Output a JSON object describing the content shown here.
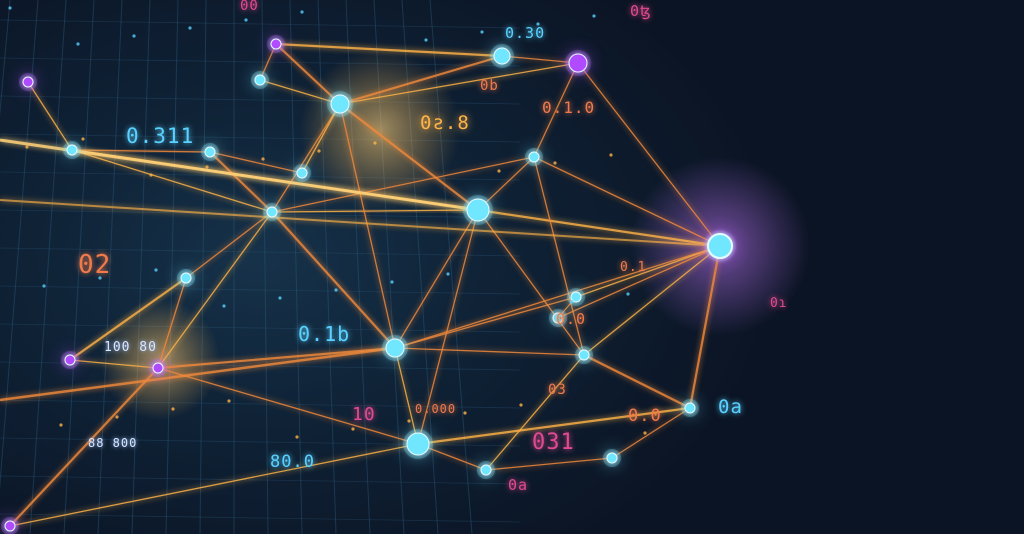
{
  "scene": {
    "description_free": true,
    "colors": {
      "background": "#0b1424",
      "grid": "#2c5a7a",
      "edge_gold": "#ffb347",
      "edge_orange": "#f28a3a",
      "node_cyan": "#6fe6ff",
      "node_violet": "#b04cff",
      "label_pink": "#e04a8e",
      "label_orange": "#f07a4a",
      "label_cyan": "#5ad2ff"
    }
  },
  "labels": {
    "l1": "00",
    "l2": "0ꜩ",
    "l3": "0.30",
    "l4": "0b",
    "l5": "0.1.0",
    "l6": "0.311",
    "l7": "0ƨ.8",
    "l8": "02",
    "l9": "0.1b",
    "l10": "100 80",
    "l11": "0ɿ",
    "l12": "03",
    "l13": "0.0",
    "l14": "10",
    "l15": "031",
    "l16": "0a",
    "l17": "88 800",
    "l18": "0a",
    "l19": "80.0",
    "l20": "0.000",
    "l21": "0.0",
    "l22": "0.1"
  }
}
